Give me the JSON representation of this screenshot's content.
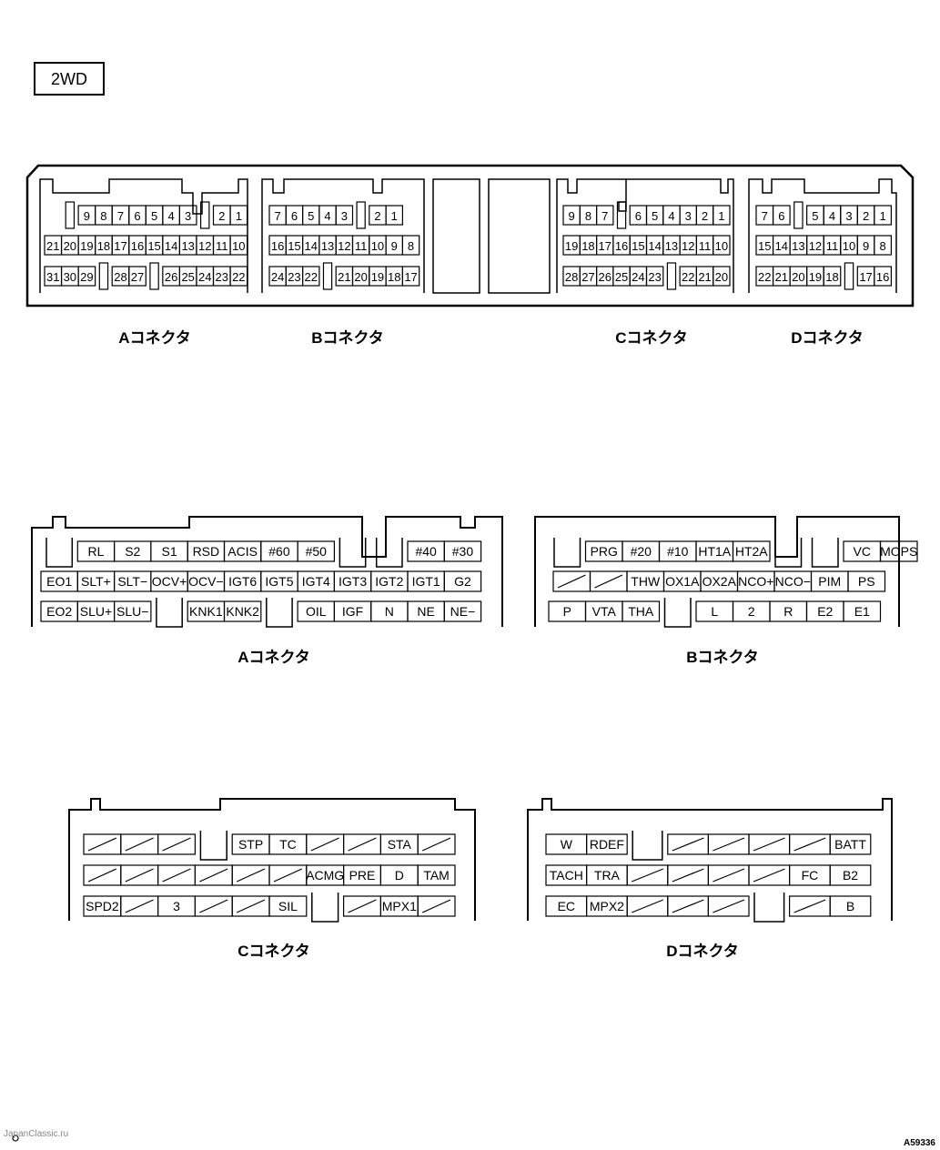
{
  "badge": "2WD",
  "footer": {
    "watermark": "JapanClassic.ru",
    "code": "A59336"
  },
  "top": {
    "groups": [
      {
        "label": "Aコネクタ",
        "rows": [
          [
            "",
            "9",
            "8",
            "7",
            "6",
            "5",
            "4",
            "3",
            "",
            "2",
            "1"
          ],
          [
            "21",
            "20",
            "19",
            "18",
            "17",
            "16",
            "15",
            "14",
            "13",
            "12",
            "11",
            "10"
          ],
          [
            "31",
            "30",
            "29",
            "",
            "28",
            "27",
            "",
            "26",
            "25",
            "24",
            "23",
            "22"
          ]
        ]
      },
      {
        "label": "Bコネクタ",
        "rows": [
          [
            "7",
            "6",
            "5",
            "4",
            "3",
            "",
            "2",
            "1"
          ],
          [
            "16",
            "15",
            "14",
            "13",
            "12",
            "11",
            "10",
            "9",
            "8"
          ],
          [
            "24",
            "23",
            "22",
            "",
            "21",
            "20",
            "19",
            "18",
            "17"
          ]
        ]
      },
      {
        "label": "Cコネクタ",
        "rows": [
          [
            "9",
            "8",
            "7",
            "",
            "6",
            "5",
            "4",
            "3",
            "2",
            "1"
          ],
          [
            "19",
            "18",
            "17",
            "16",
            "15",
            "14",
            "13",
            "12",
            "11",
            "10"
          ],
          [
            "28",
            "27",
            "26",
            "25",
            "24",
            "23",
            "",
            "22",
            "21",
            "20"
          ]
        ]
      },
      {
        "label": "Dコネクタ",
        "rows": [
          [
            "7",
            "6",
            "",
            "5",
            "4",
            "3",
            "2",
            "1"
          ],
          [
            "15",
            "14",
            "13",
            "12",
            "11",
            "10",
            "9",
            "8"
          ],
          [
            "22",
            "21",
            "20",
            "19",
            "18",
            "",
            "17",
            "16"
          ]
        ]
      }
    ]
  },
  "connectors": [
    {
      "label": "Aコネクタ",
      "rows": [
        [
          "",
          "RL",
          "S2",
          "S1",
          "RSD",
          "ACIS",
          "#60",
          "#50",
          "",
          "",
          "#40",
          "#30"
        ],
        [
          "EO1",
          "SLT+",
          "SLT−",
          "OCV+",
          "OCV−",
          "IGT6",
          "IGT5",
          "IGT4",
          "IGT3",
          "IGT2",
          "IGT1",
          "G2"
        ],
        [
          "EO2",
          "SLU+",
          "SLU−",
          "",
          "KNK1",
          "KNK2",
          "",
          "OIL",
          "IGF",
          "N",
          "NE",
          "NE−"
        ]
      ]
    },
    {
      "label": "Bコネクタ",
      "rows": [
        [
          "",
          "PRG",
          "#20",
          "#10",
          "HT1A",
          "HT2A",
          "",
          "",
          "VC",
          "MOPS"
        ],
        [
          "/",
          "/",
          "THW",
          "OX1A",
          "OX2A",
          "NCO+",
          "NCO−",
          "PIM",
          "PS"
        ],
        [
          "P",
          "VTA",
          "THA",
          "",
          "L",
          "2",
          "R",
          "E2",
          "E1"
        ]
      ]
    },
    {
      "label": "Cコネクタ",
      "rows": [
        [
          "/",
          "/",
          "/",
          "",
          "STP",
          "TC",
          "/",
          "/",
          "STA",
          "/"
        ],
        [
          "/",
          "/",
          "/",
          "/",
          "/",
          "/",
          "ACMG",
          "PRE",
          "D",
          "TAM"
        ],
        [
          "SPD2",
          "/",
          "3",
          "/",
          "/",
          "SIL",
          "",
          "/",
          "MPX1",
          "/"
        ]
      ]
    },
    {
      "label": "Dコネクタ",
      "rows": [
        [
          "W",
          "RDEF",
          "",
          "/",
          "/",
          "/",
          "/",
          "BATT"
        ],
        [
          "TACH",
          "TRA",
          "/",
          "/",
          "/",
          "/",
          "FC",
          "B2"
        ],
        [
          "EC",
          "MPX2",
          "/",
          "/",
          "/",
          "",
          "/",
          "B"
        ]
      ]
    }
  ]
}
